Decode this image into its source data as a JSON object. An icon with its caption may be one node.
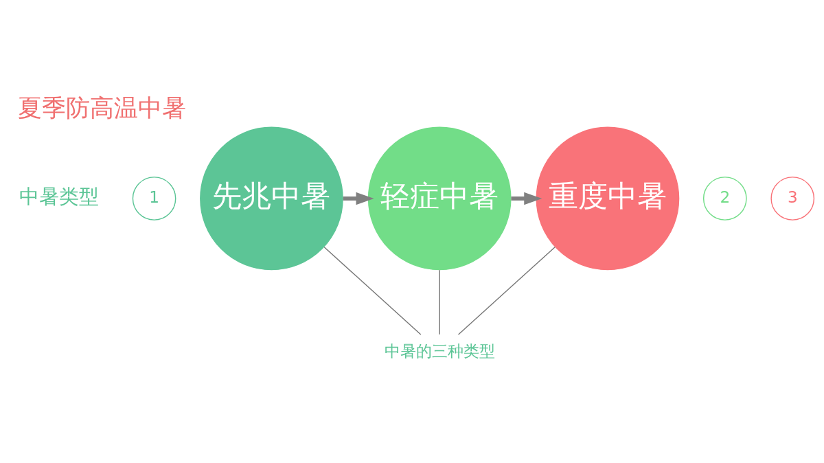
{
  "diagram": {
    "title": "夏季防高温中暑",
    "nodes": [
      {
        "text": [
          "1"
        ]
      },
      {
        "text": [
          "先兆中暑"
        ]
      },
      {
        "text": [
          "2"
        ]
      },
      {
        "text": [
          "轻症中暑"
        ]
      },
      {
        "text": [
          "3"
        ]
      },
      {
        "text": [
          "重度中暑"
        ]
      },
      {
        "text": [
          "中暑的三种类型"
        ]
      }
    ],
    "edges": [
      {
        "from": 1,
        "to": 3,
        "arrow": "to",
        "style": "thick",
        "color": "#808080"
      },
      {
        "from": 3,
        "to": 5,
        "arrow": "to",
        "style": "thick",
        "color": "#808080"
      },
      {
        "from": 1,
        "to": 6,
        "arrow": "none"
      },
      {
        "from": 3,
        "to": 6,
        "arrow": "none"
      },
      {
        "from": 5,
        "to": 6,
        "arrow": "none"
      }
    ],
    "labels": [
      "中暑类型"
    ]
  }
}
